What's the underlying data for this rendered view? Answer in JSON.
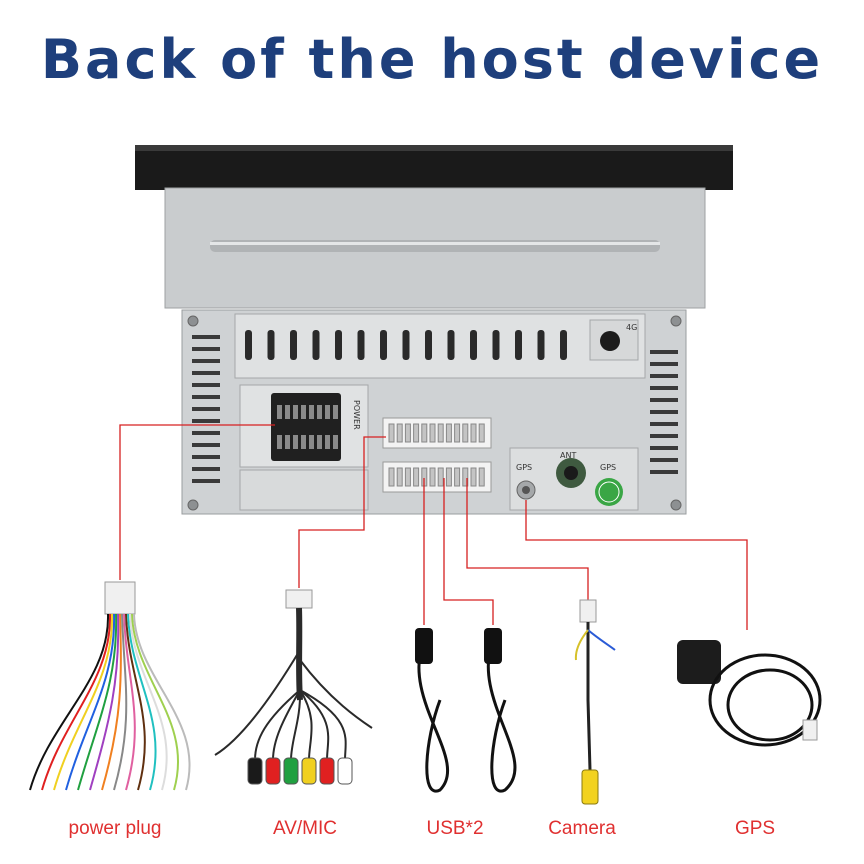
{
  "title": "Back of the host device",
  "device_labels": {
    "power": "POWER",
    "gps": "GPS",
    "ant": "ANT",
    "fourg": "4G"
  },
  "accessories": [
    {
      "label": "power plug"
    },
    {
      "label": "AV/MIC"
    },
    {
      "label": "USB*2"
    },
    {
      "label": "Camera"
    },
    {
      "label": "GPS"
    }
  ],
  "colors": {
    "title": "#1e3f7c",
    "caption": "#e03030",
    "callout_line": "#d62020"
  }
}
